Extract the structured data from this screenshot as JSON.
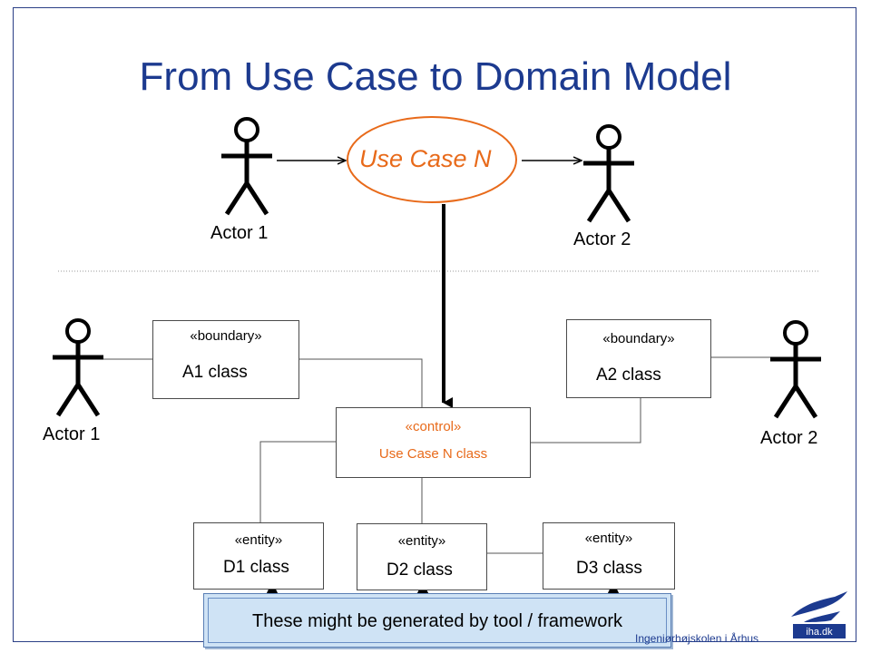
{
  "title": "From Use Case to Domain Model",
  "use_case": {
    "label": "Use Case N"
  },
  "top_actors": {
    "actor1": "Actor 1",
    "actor2": "Actor 2"
  },
  "side_actors": {
    "actor1": "Actor 1",
    "actor2": "Actor 2"
  },
  "boundary_a1": {
    "stereotype": "«boundary»",
    "name": "A1 class"
  },
  "boundary_a2": {
    "stereotype": "«boundary»",
    "name": "A2 class"
  },
  "control": {
    "stereotype": "«control»",
    "name": "Use Case N class"
  },
  "entity_d1": {
    "stereotype": "«entity»",
    "name": "D1 class"
  },
  "entity_d2": {
    "stereotype": "«entity»",
    "name": "D2 class"
  },
  "entity_d3": {
    "stereotype": "«entity»",
    "name": "D3 class"
  },
  "note": "These might be generated by tool / framework",
  "footer": "Ingeniørhøjskolen i Århus",
  "logo_text": "iha.dk",
  "colors": {
    "title": "#1c3a8f",
    "use_case": "#e86a1a",
    "note_bg": "#cfe3f5"
  }
}
